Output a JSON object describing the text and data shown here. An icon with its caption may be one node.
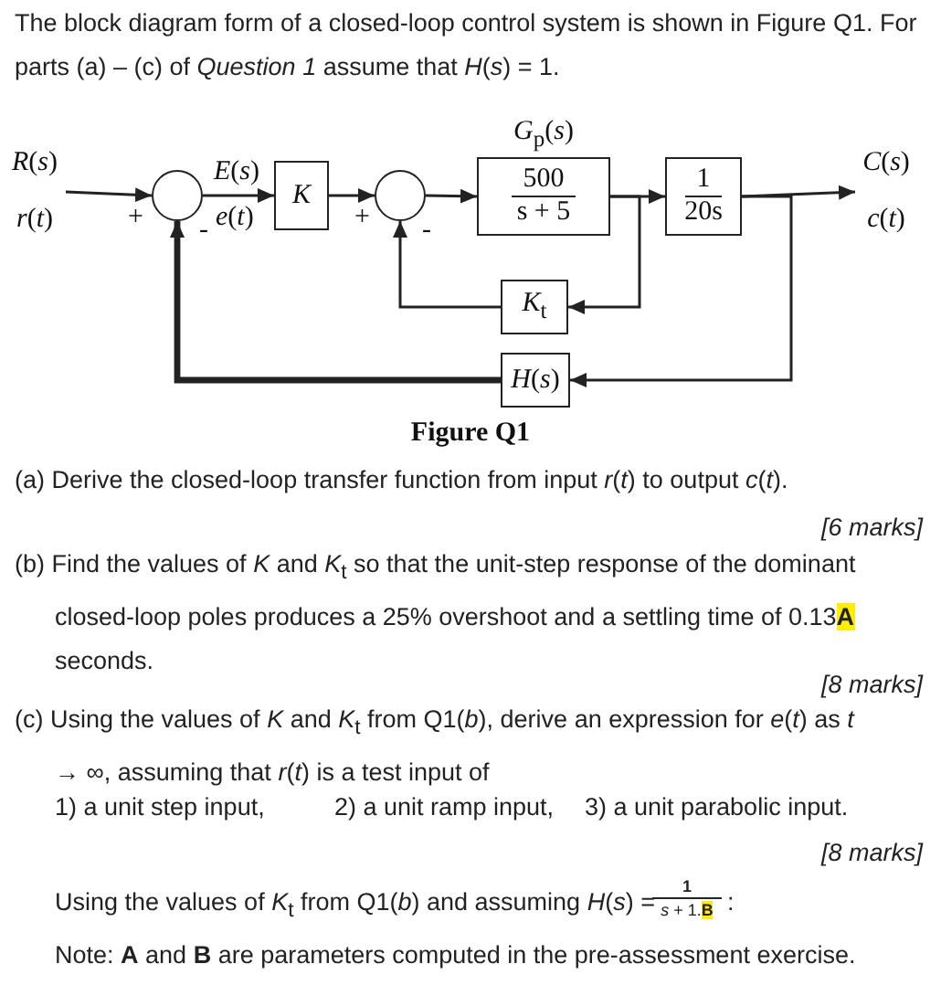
{
  "diagram": {
    "caption": "Figure Q1",
    "nodes": [
      {
        "text": [
          "*R*(*s*)",
          "*r*(*t*)"
        ]
      },
      {
        "text": [],
        "shape": "circle"
      },
      {
        "text": [
          "*K*"
        ]
      },
      {
        "text": [],
        "shape": "circle"
      },
      {
        "text": [
          "*G*$_{p}$(*s*)",
          "500",
          "s + 5"
        ]
      },
      {
        "text": [
          "1",
          "20s"
        ]
      },
      {
        "text": [
          "*C*(*s*)",
          "*c*(*t*)"
        ]
      },
      {
        "text": [
          "*K*$_{t}$"
        ]
      },
      {
        "text": [
          "*H*(*s*)"
        ]
      }
    ],
    "edges": [
      {
        "from": 0,
        "to": 1,
        "arrow": "to"
      },
      {
        "from": 1,
        "to": 2,
        "arrow": "to"
      },
      {
        "from": 2,
        "to": 3,
        "arrow": "to"
      },
      {
        "from": 3,
        "to": 4,
        "arrow": "to"
      },
      {
        "from": 4,
        "to": 5,
        "arrow": "to"
      },
      {
        "from": 5,
        "to": 6,
        "arrow": "to"
      },
      {
        "from": 4,
        "to": 7,
        "arrow": "to"
      },
      {
        "from": 7,
        "to": 3,
        "arrow": "to"
      },
      {
        "from": 5,
        "to": 8,
        "arrow": "to"
      },
      {
        "from": 8,
        "to": 1,
        "arrow": "to",
        "style": "thick"
      }
    ],
    "labels": [
      "The block diagram form of a closed-loop control system is shown in Figure Q1. For parts (a) – (c) of *Question 1* assume that *H*(*s*) = 1.",
      "*E*(*s*)",
      "+",
      "-",
      "*e*(*t*)",
      "+",
      "-",
      "(a) Derive the closed-loop transfer function from input *r*(*t*) to output *c*(*t*).",
      "[6 marks]",
      "(b) Find the values of *K* and *K*$_{t}$ so that the unit-step response of the dominant closed-loop poles produces a 25% overshoot and a settling time of 0.13**A** seconds.",
      "[8 marks]",
      "(c) Using the values of *K* and *K*$_{t}$ from Q1(*b*), derive an expression for *e*(*t*) as *t* → ∞, assuming that *r*(*t*) is a test input of",
      "1) a unit step input,",
      "2) a unit ramp input,",
      "3) a unit parabolic input.",
      "[8 marks]",
      "Using the values of *K*$_{t}$ from Q1(*b*) and assuming *H*(*s*) =",
      "1",
      "*s* + 1.**B**",
      ":",
      "Note: **A** and **B** are parameters computed in the pre-assessment exercise."
    ]
  }
}
